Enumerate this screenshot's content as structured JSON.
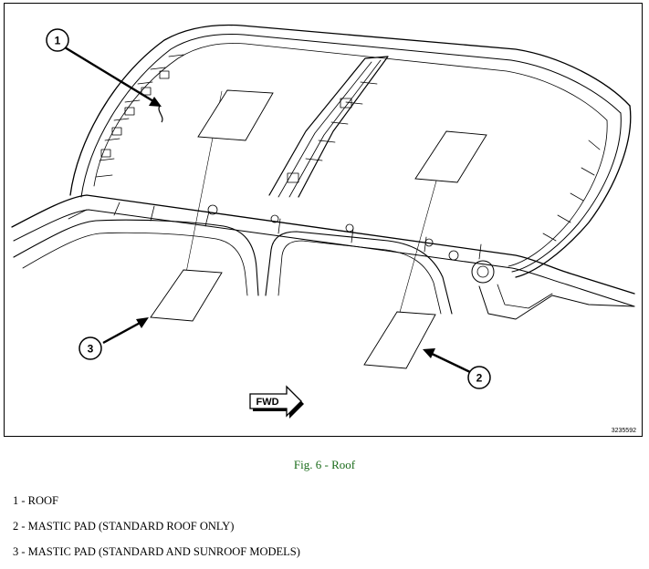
{
  "figure": {
    "id": "3235592",
    "fwd_label": "FWD",
    "callouts": [
      {
        "number": "1"
      },
      {
        "number": "2"
      },
      {
        "number": "3"
      }
    ]
  },
  "caption": {
    "text": "Fig. 6 - Roof",
    "color": "#1a6b1a"
  },
  "legend": [
    {
      "text": "1 - ROOF"
    },
    {
      "text": "2 - MASTIC PAD (STANDARD ROOF ONLY)"
    },
    {
      "text": "3 - MASTIC PAD (STANDARD AND SUNROOF MODELS)"
    }
  ]
}
